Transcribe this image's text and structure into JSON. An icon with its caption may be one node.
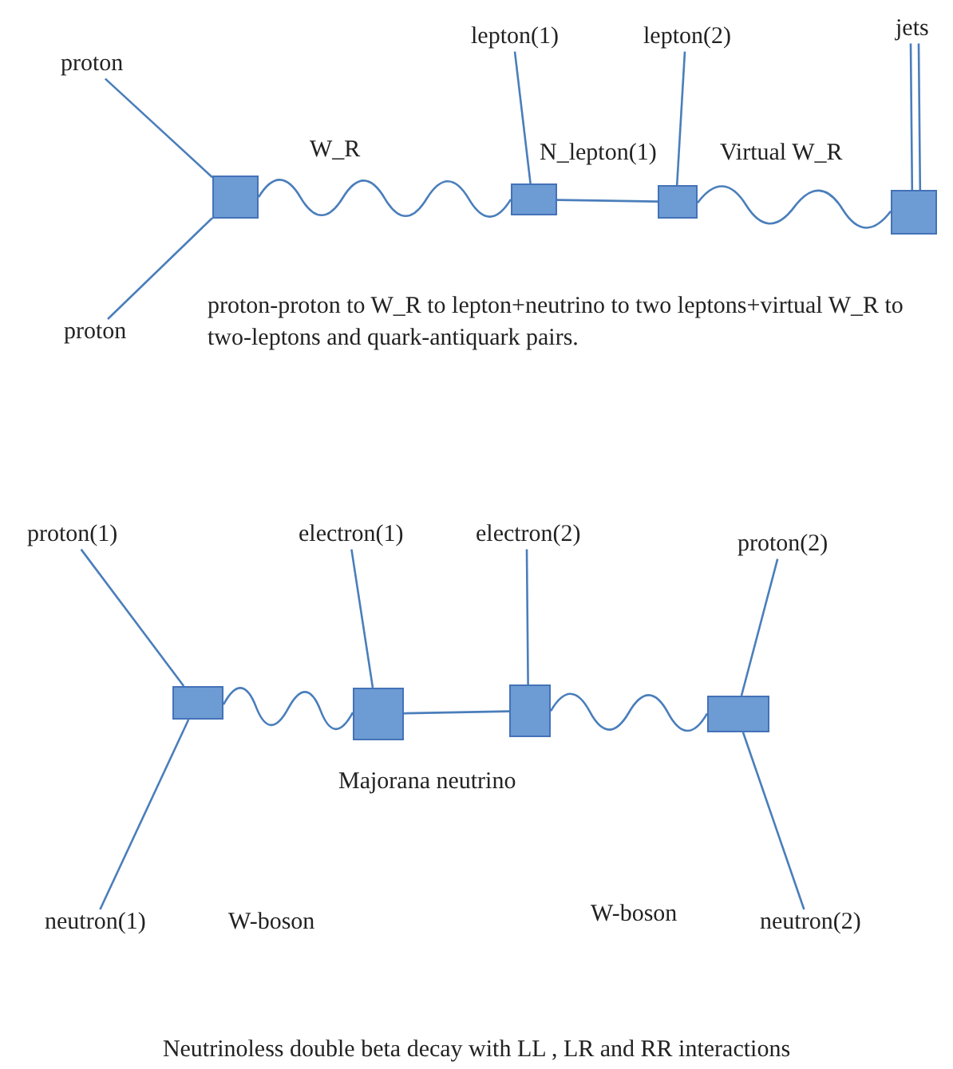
{
  "diagram": {
    "caption": "Neutrinoless double beta decay with LL , LR and RR interactions",
    "nodes": [
      {
        "text": [
          "proton"
        ]
      },
      {
        "text": [
          "proton"
        ]
      },
      {
        "text": [],
        "shape": "box"
      },
      {
        "text": [],
        "shape": "box"
      },
      {
        "text": [],
        "shape": "box"
      },
      {
        "text": [],
        "shape": "box"
      },
      {
        "text": [
          "lepton(1)"
        ]
      },
      {
        "text": [
          "lepton(2)"
        ]
      },
      {
        "text": [
          "jets"
        ]
      },
      {
        "text": [
          "proton(1)"
        ]
      },
      {
        "text": [
          "electron(1)"
        ]
      },
      {
        "text": [
          "electron(2)"
        ]
      },
      {
        "text": [
          "proton(2)"
        ]
      },
      {
        "text": [
          "neutron(1)"
        ]
      },
      {
        "text": [
          "neutron(2)"
        ]
      },
      {
        "text": [],
        "shape": "box"
      },
      {
        "text": [],
        "shape": "box"
      },
      {
        "text": [],
        "shape": "box"
      },
      {
        "text": [],
        "shape": "box"
      }
    ],
    "edges": [
      {
        "from": 0,
        "to": 2,
        "arrow": "none"
      },
      {
        "from": 1,
        "to": 2,
        "arrow": "none"
      },
      {
        "from": 2,
        "to": 3,
        "arrow": "none",
        "label": "W_R"
      },
      {
        "from": 3,
        "to": 4,
        "arrow": "none",
        "label": "N_lepton(1)"
      },
      {
        "from": 4,
        "to": 5,
        "arrow": "none",
        "label": "Virtual W_R"
      },
      {
        "from": 6,
        "to": 3,
        "arrow": "none"
      },
      {
        "from": 7,
        "to": 4,
        "arrow": "none"
      },
      {
        "from": 8,
        "to": 5,
        "arrow": "none"
      },
      {
        "from": 8,
        "to": 5,
        "arrow": "none"
      },
      {
        "from": 9,
        "to": 15,
        "arrow": "none"
      },
      {
        "from": 13,
        "to": 15,
        "arrow": "none"
      },
      {
        "from": 15,
        "to": 16,
        "arrow": "none"
      },
      {
        "from": 16,
        "to": 17,
        "arrow": "none"
      },
      {
        "from": 17,
        "to": 18,
        "arrow": "none"
      },
      {
        "from": 10,
        "to": 16,
        "arrow": "none"
      },
      {
        "from": 11,
        "to": 17,
        "arrow": "none"
      },
      {
        "from": 12,
        "to": 18,
        "arrow": "none"
      },
      {
        "from": 14,
        "to": 18,
        "arrow": "none"
      }
    ],
    "labels": [
      "proton-proton to W_R to lepton+neutrino to two leptons+virtual W_R to two-leptons and quark-antiquark pairs.",
      "Majorana neutrino",
      "W-boson",
      "W-boson"
    ]
  }
}
